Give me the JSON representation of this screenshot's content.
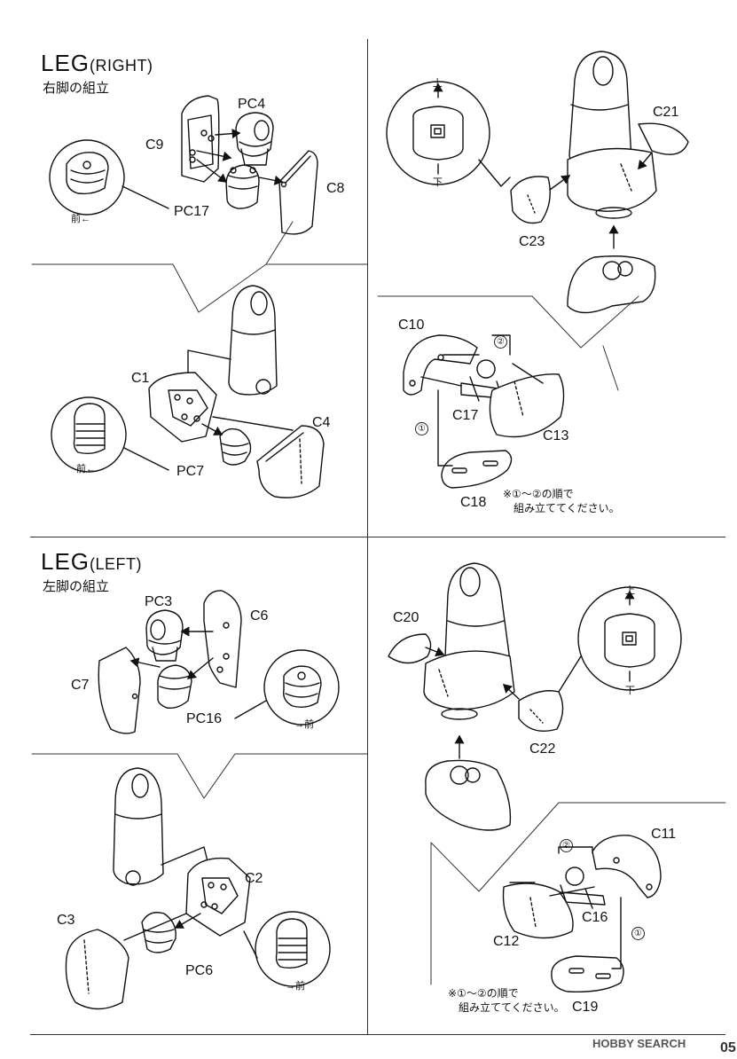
{
  "right": {
    "title_main": "LEG",
    "title_side": "(RIGHT)",
    "subtitle": "右脚の組立",
    "parts": {
      "c9": "C9",
      "pc4": "PC4",
      "c8": "C8",
      "pc17": "PC17",
      "c1": "C1",
      "c4": "C4",
      "pc7": "PC7",
      "c21": "C21",
      "c23": "C23",
      "c10": "C10",
      "c17": "C17",
      "c13": "C13",
      "c18": "C18"
    },
    "front_label_1": "前←",
    "front_label_2": "前←",
    "up_label": "上",
    "down_label": "下",
    "step1": "①",
    "step2": "②",
    "note_line1": "※①～②の順で",
    "note_line2": "組み立ててください。"
  },
  "left": {
    "title_main": "LEG",
    "title_side": "(LEFT)",
    "subtitle": "左脚の組立",
    "parts": {
      "pc3": "PC3",
      "c6": "C6",
      "c7": "C7",
      "pc16": "PC16",
      "c2": "C2",
      "c3": "C3",
      "pc6": "PC6",
      "c20": "C20",
      "c22": "C22",
      "c11": "C11",
      "c16": "C16",
      "c12": "C12",
      "c19": "C19"
    },
    "front_label_1": "→前",
    "front_label_2": "→前",
    "up_label": "上",
    "down_label": "下",
    "step1": "①",
    "step2": "②",
    "note_line1": "※①～②の順で",
    "note_line2": "組み立ててください。"
  },
  "watermark": "HOBBY SEARCH",
  "page_number": "05"
}
